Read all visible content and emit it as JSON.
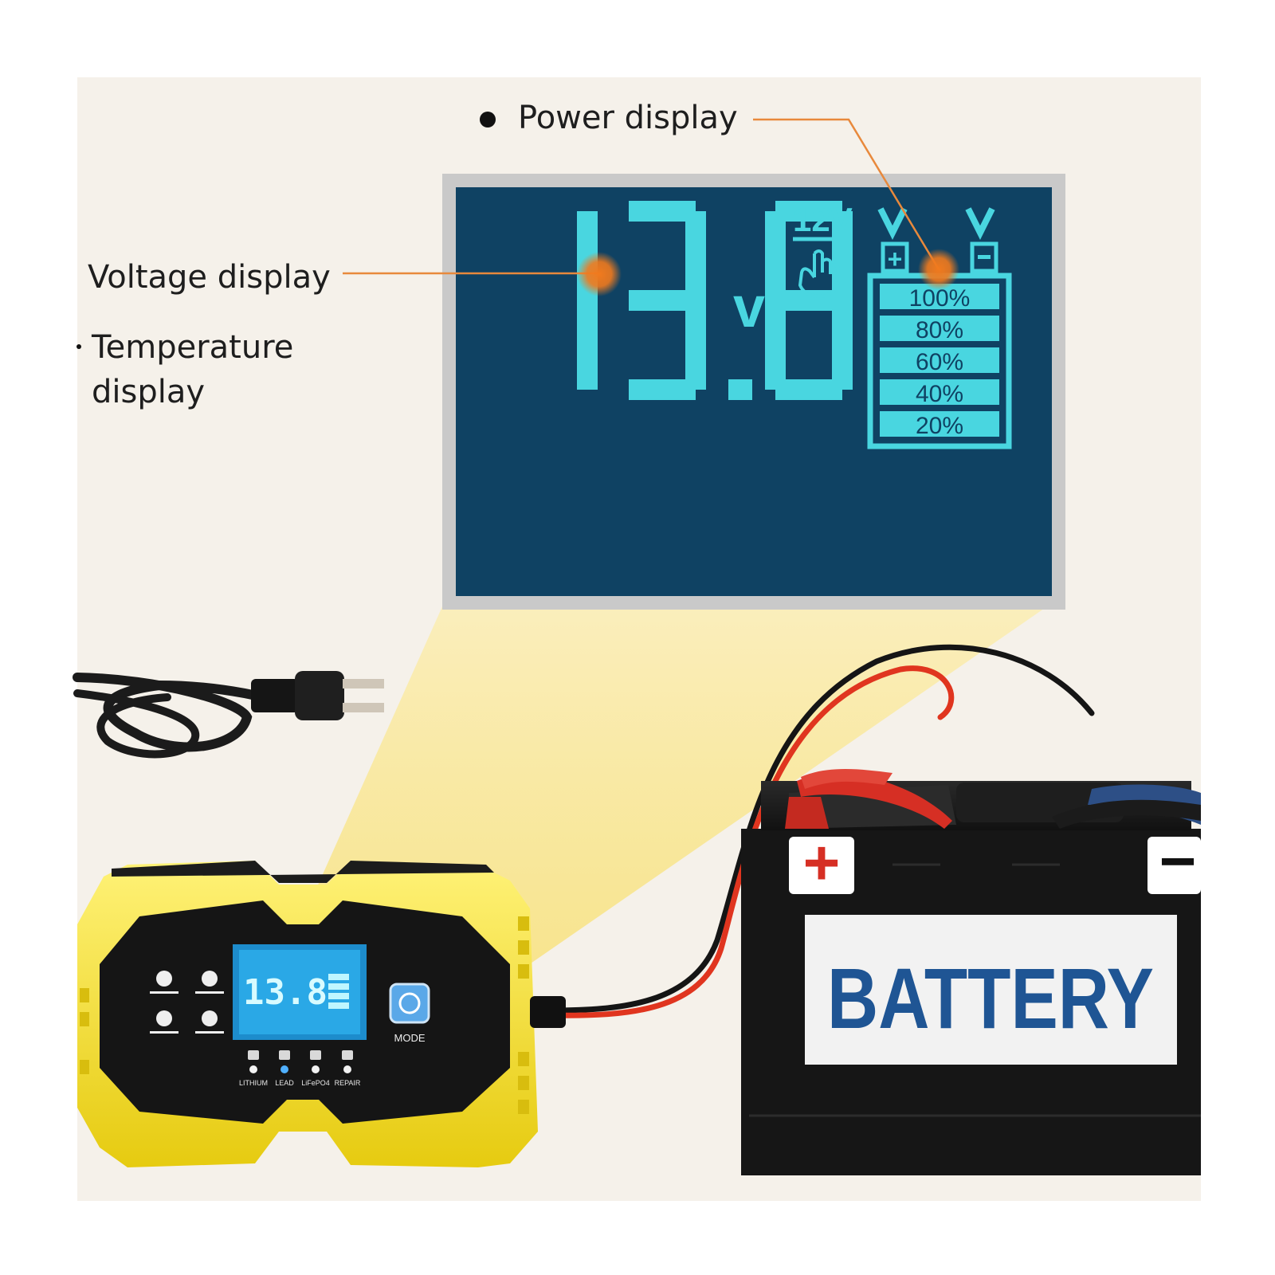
{
  "captions": {
    "power_display": "Power display",
    "voltage_display": "Voltage display",
    "temperature_display": "Temperature display"
  },
  "lcd": {
    "voltage_reading": "13.8",
    "voltage_unit": "v",
    "system_voltage": "12V",
    "battery_levels": [
      "100%",
      "80%",
      "60%",
      "40%",
      "20%"
    ]
  },
  "charger": {
    "mini_reading": "13.8",
    "mode_label": "MODE",
    "mode_indicators": [
      "LITHIUM",
      "LEAD",
      "LiFePO4",
      "REPAIR"
    ],
    "active_mode": "LEAD",
    "icons": [
      "shield-icon",
      "thermometer-icon",
      "wrench-icon",
      "chip-icon"
    ]
  },
  "battery": {
    "label": "BATTERY",
    "positive": "+",
    "negative": "−"
  },
  "colors": {
    "lcd_bg": "#0f4263",
    "lcd_segment": "#49d6e0",
    "highlight": "#f07a1e",
    "charger_yellow": "#f5e02a",
    "battery_label_blue": "#1f5594",
    "clamp_red": "#d62f24"
  }
}
